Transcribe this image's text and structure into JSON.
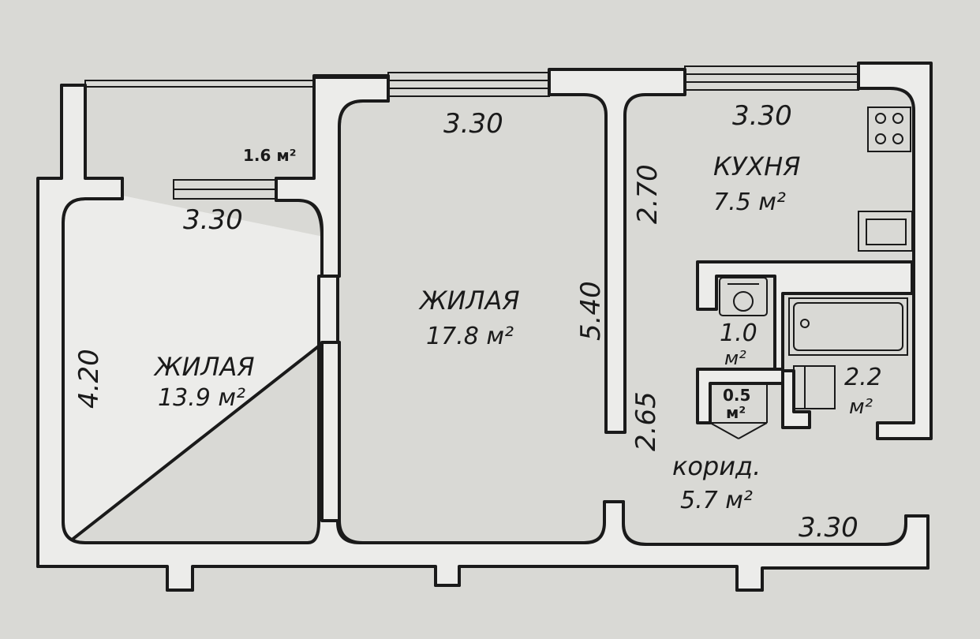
{
  "plan": {
    "dimensions": {
      "top_left": "3.30",
      "top_middle": "3.30",
      "top_right": "3.30",
      "bottom_right": "3.30",
      "left_height": "4.20",
      "kitchen_depth": "2.70",
      "middle_depth": "5.40",
      "corridor_depth": "2.65"
    },
    "rooms": {
      "balcony": {
        "area": "1.6 м²"
      },
      "living_left": {
        "name": "ЖИЛАЯ",
        "area": "13.9 м²"
      },
      "living_middle": {
        "name": "ЖИЛАЯ",
        "area": "17.8 м²"
      },
      "kitchen": {
        "name": "КУХНЯ",
        "area": "7.5 м²"
      },
      "toilet": {
        "area_value": "1.0",
        "area_unit": "м²"
      },
      "closet": {
        "area_value": "0.5",
        "area_unit": "м²"
      },
      "bathroom": {
        "area_value": "2.2",
        "area_unit": "м²"
      },
      "corridor": {
        "name": "корид.",
        "area": "5.7 м²"
      }
    },
    "fixtures": [
      "stove-icon",
      "sink-icon",
      "toilet-icon",
      "bathtub-icon",
      "washbasin-icon"
    ],
    "colors": {
      "paper": "#d9d9d5",
      "wall_fill": "#ececea",
      "ink": "#1a1a1a"
    }
  }
}
